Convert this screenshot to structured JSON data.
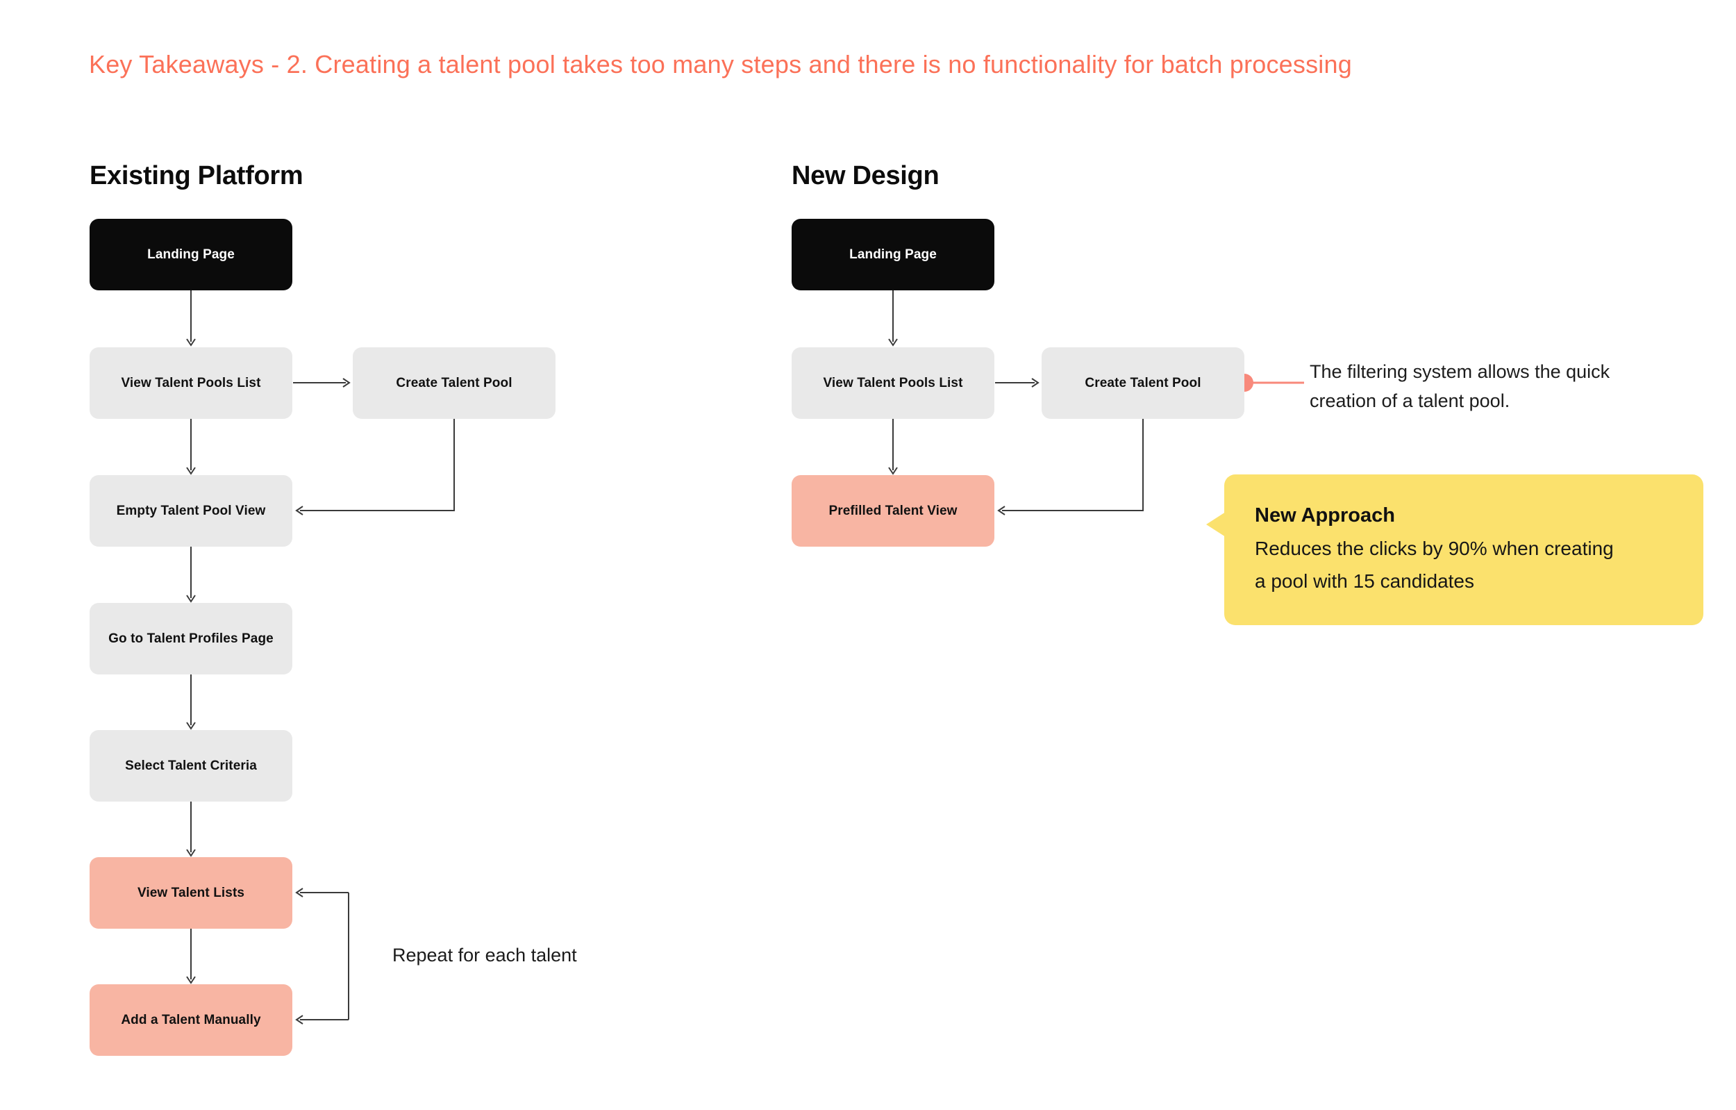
{
  "title": "Key Takeaways - 2. Creating a talent pool takes too many steps and there is no functionality for batch processing",
  "colors": {
    "title_accent": "#fb7158",
    "node_black": "#0b0b0b",
    "node_gray": "#e9e9e9",
    "node_salmon": "#f8b5a3",
    "note_yellow": "#fbe16d",
    "annotation_accent": "#f8897b",
    "connector": "#3a3a3a"
  },
  "existing": {
    "header": "Existing Platform",
    "nodes": {
      "landing": "Landing Page",
      "view_pools": "View Talent Pools List",
      "create_pool": "Create Talent Pool",
      "empty_view": "Empty Talent Pool View",
      "go_profiles": "Go to Talent Profiles Page",
      "select_criteria": "Select Talent Criteria",
      "view_lists": "View Talent Lists",
      "add_manually": "Add a Talent Manually"
    },
    "repeat_label": "Repeat for each talent"
  },
  "new_design": {
    "header": "New Design",
    "nodes": {
      "landing": "Landing Page",
      "view_pools": "View Talent Pools List",
      "create_pool": "Create Talent Pool",
      "prefilled_view": "Prefilled Talent View"
    },
    "filter_note": {
      "line1": "The filtering system allows the quick",
      "line2": "creation of a talent pool."
    },
    "approach_note": {
      "heading": "New Approach",
      "line1": "Reduces the clicks by 90% when creating",
      "line2": "a pool with 15 candidates"
    }
  }
}
